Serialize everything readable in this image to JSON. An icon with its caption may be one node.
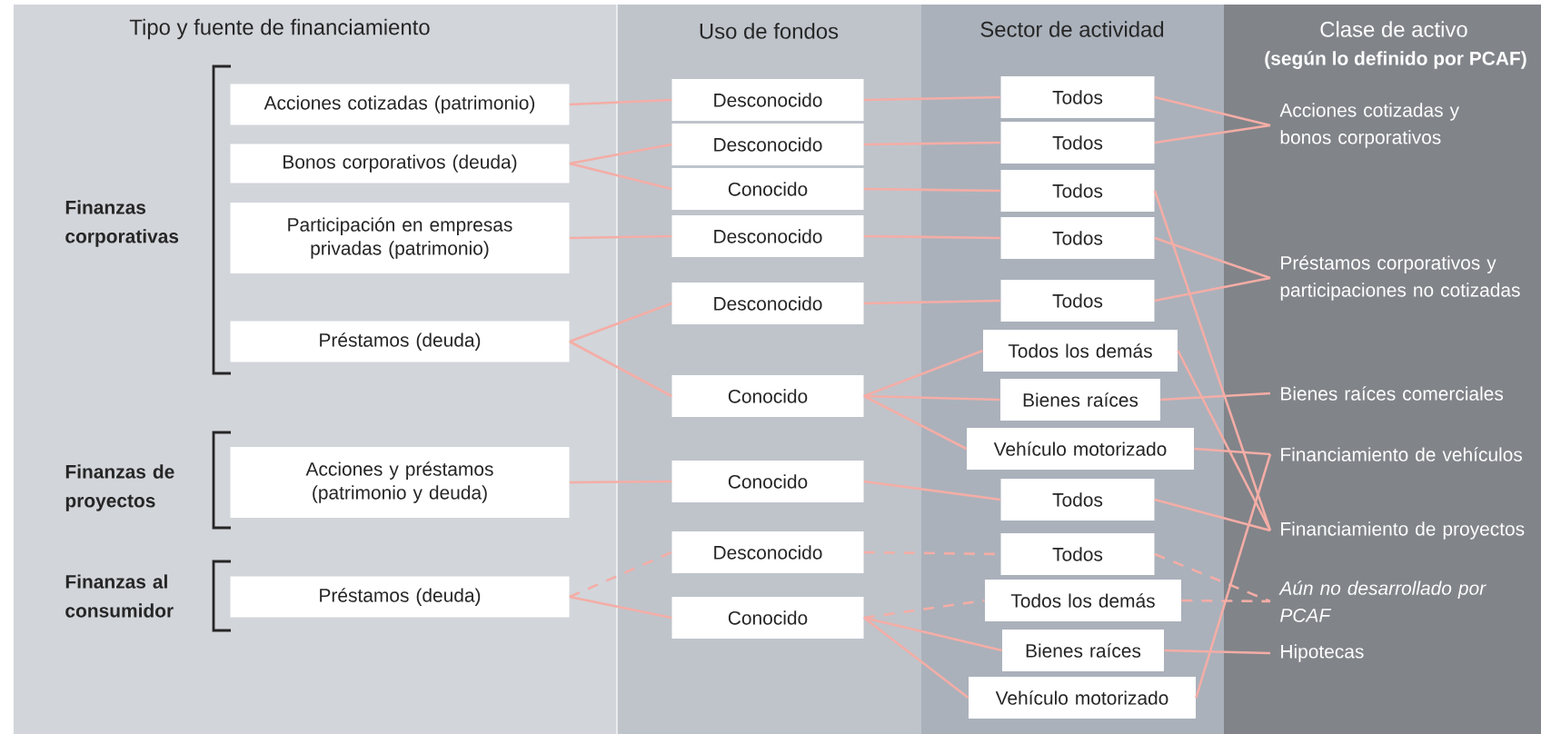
{
  "diagram": {
    "nodes": [
      {
        "text": [
          "Acciones cotizadas (patrimonio)"
        ]
      },
      {
        "text": [
          "Bonos corporativos (deuda)"
        ]
      },
      {
        "text": [
          "Participación en empresas privadas (patrimonio)"
        ]
      },
      {
        "text": [
          "Préstamos (deuda)"
        ]
      },
      {
        "text": [
          "Acciones y préstamos (patrimonio y deuda)"
        ]
      },
      {
        "text": [
          "Préstamos (deuda)"
        ]
      },
      {
        "text": [
          "Desconocido"
        ]
      },
      {
        "text": [
          "Desconocido"
        ]
      },
      {
        "text": [
          "Conocido"
        ]
      },
      {
        "text": [
          "Desconocido"
        ]
      },
      {
        "text": [
          "Desconocido"
        ]
      },
      {
        "text": [
          "Conocido"
        ]
      },
      {
        "text": [
          "Conocido"
        ]
      },
      {
        "text": [
          "Desconocido"
        ]
      },
      {
        "text": [
          "Conocido"
        ]
      },
      {
        "text": [
          "Todos"
        ]
      },
      {
        "text": [
          "Todos"
        ]
      },
      {
        "text": [
          "Todos"
        ]
      },
      {
        "text": [
          "Todos"
        ]
      },
      {
        "text": [
          "Todos"
        ]
      },
      {
        "text": [
          "Todos los demás"
        ]
      },
      {
        "text": [
          "Bienes raíces"
        ]
      },
      {
        "text": [
          "Vehículo motorizado"
        ]
      },
      {
        "text": [
          "Todos"
        ]
      },
      {
        "text": [
          "Todos"
        ]
      },
      {
        "text": [
          "Todos los demás"
        ]
      },
      {
        "text": [
          "Bienes raíces"
        ]
      },
      {
        "text": [
          "Vehículo motorizado"
        ]
      },
      {
        "text": [
          "Acciones cotizadas y bonos corporativos"
        ]
      },
      {
        "text": [
          "Préstamos corporativos y participaciones no cotizadas"
        ]
      },
      {
        "text": [
          "Bienes raíces comerciales"
        ]
      },
      {
        "text": [
          "Financiamiento de vehículos"
        ]
      },
      {
        "text": [
          "Financiamiento de proyectos"
        ]
      },
      {
        "text": [
          "Aún no desarrollado por PCAF"
        ]
      },
      {
        "text": [
          "Hipotecas"
        ]
      }
    ],
    "edges": [
      {
        "from": 0,
        "to": 6,
        "arrow": "none"
      },
      {
        "from": 1,
        "to": 7,
        "arrow": "none"
      },
      {
        "from": 1,
        "to": 8,
        "arrow": "none"
      },
      {
        "from": 2,
        "to": 9,
        "arrow": "none"
      },
      {
        "from": 3,
        "to": 10,
        "arrow": "none"
      },
      {
        "from": 3,
        "to": 11,
        "arrow": "none"
      },
      {
        "from": 4,
        "to": 12,
        "arrow": "none"
      },
      {
        "from": 5,
        "to": 13,
        "arrow": "none",
        "style": "dashed"
      },
      {
        "from": 5,
        "to": 14,
        "arrow": "none"
      },
      {
        "from": 6,
        "to": 15,
        "arrow": "none"
      },
      {
        "from": 7,
        "to": 16,
        "arrow": "none"
      },
      {
        "from": 8,
        "to": 17,
        "arrow": "none"
      },
      {
        "from": 9,
        "to": 18,
        "arrow": "none"
      },
      {
        "from": 10,
        "to": 19,
        "arrow": "none"
      },
      {
        "from": 11,
        "to": 20,
        "arrow": "none"
      },
      {
        "from": 11,
        "to": 21,
        "arrow": "none"
      },
      {
        "from": 11,
        "to": 22,
        "arrow": "none"
      },
      {
        "from": 12,
        "to": 23,
        "arrow": "none"
      },
      {
        "from": 13,
        "to": 24,
        "arrow": "none",
        "style": "dashed"
      },
      {
        "from": 14,
        "to": 25,
        "arrow": "none",
        "style": "dashed"
      },
      {
        "from": 14,
        "to": 26,
        "arrow": "none"
      },
      {
        "from": 14,
        "to": 27,
        "arrow": "none"
      },
      {
        "from": 15,
        "to": 28,
        "arrow": "none"
      },
      {
        "from": 16,
        "to": 28,
        "arrow": "none"
      },
      {
        "from": 17,
        "to": 32,
        "arrow": "none"
      },
      {
        "from": 18,
        "to": 29,
        "arrow": "none"
      },
      {
        "from": 19,
        "to": 29,
        "arrow": "none"
      },
      {
        "from": 20,
        "to": 32,
        "arrow": "none"
      },
      {
        "from": 21,
        "to": 30,
        "arrow": "none"
      },
      {
        "from": 22,
        "to": 31,
        "arrow": "none"
      },
      {
        "from": 23,
        "to": 32,
        "arrow": "none"
      },
      {
        "from": 24,
        "to": 33,
        "arrow": "none",
        "style": "dashed"
      },
      {
        "from": 25,
        "to": 33,
        "arrow": "none",
        "style": "dashed"
      },
      {
        "from": 26,
        "to": 34,
        "arrow": "none"
      },
      {
        "from": 27,
        "to": 31,
        "arrow": "none"
      }
    ],
    "labels": [
      "Tipo y fuente de financiamiento",
      "Uso de fondos",
      "Sector de actividad",
      "Clase de activo",
      "(según lo definido por PCAF)",
      "Finanzas corporativas",
      "Finanzas de proyectos",
      "Finanzas al consumidor"
    ]
  }
}
